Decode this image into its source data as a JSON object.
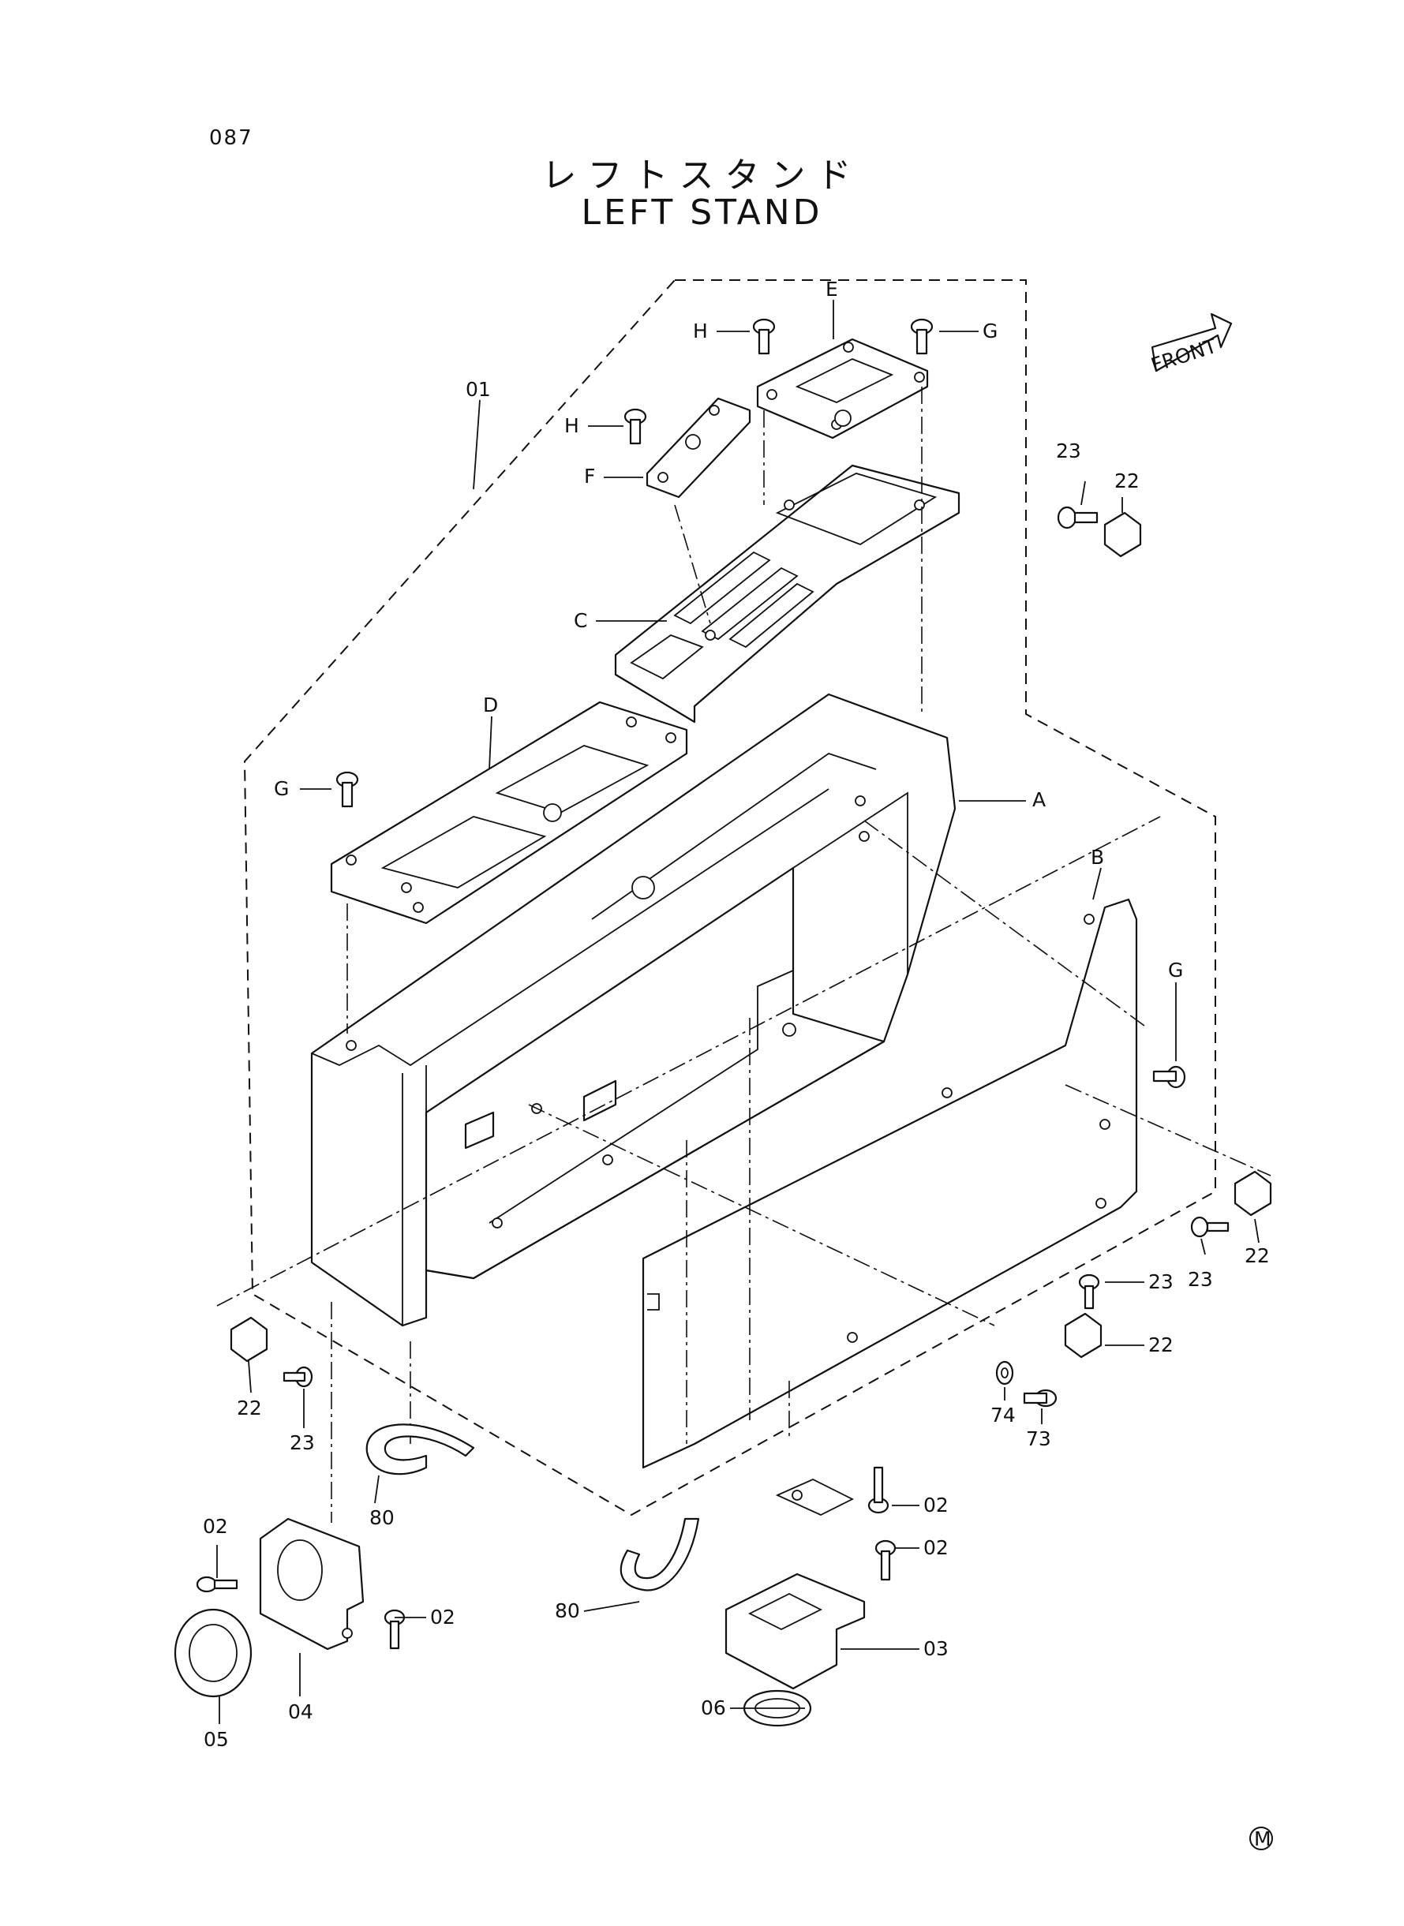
{
  "page_number": "087",
  "title_jp": "レフトスタンド",
  "title_en": "LEFT STAND",
  "front_label": "FRONT",
  "corner_mark": "M",
  "labels": {
    "l01": "01",
    "lA": "A",
    "lB": "B",
    "lC": "C",
    "lD": "D",
    "lE": "E",
    "lF": "F",
    "lG1": "G",
    "lG2": "G",
    "lG3": "G",
    "lH1": "H",
    "lH2": "H",
    "l22a": "22",
    "l22b": "22",
    "l22c": "22",
    "l22d": "22",
    "l23a": "23",
    "l23b": "23",
    "l23c": "23",
    "l23d": "23",
    "l74": "74",
    "l73": "73",
    "l80a": "80",
    "l80b": "80",
    "l02a": "02",
    "l02b": "02",
    "l02c": "02",
    "l02d": "02",
    "l03": "03",
    "l04": "04",
    "l05": "05",
    "l06": "06"
  }
}
